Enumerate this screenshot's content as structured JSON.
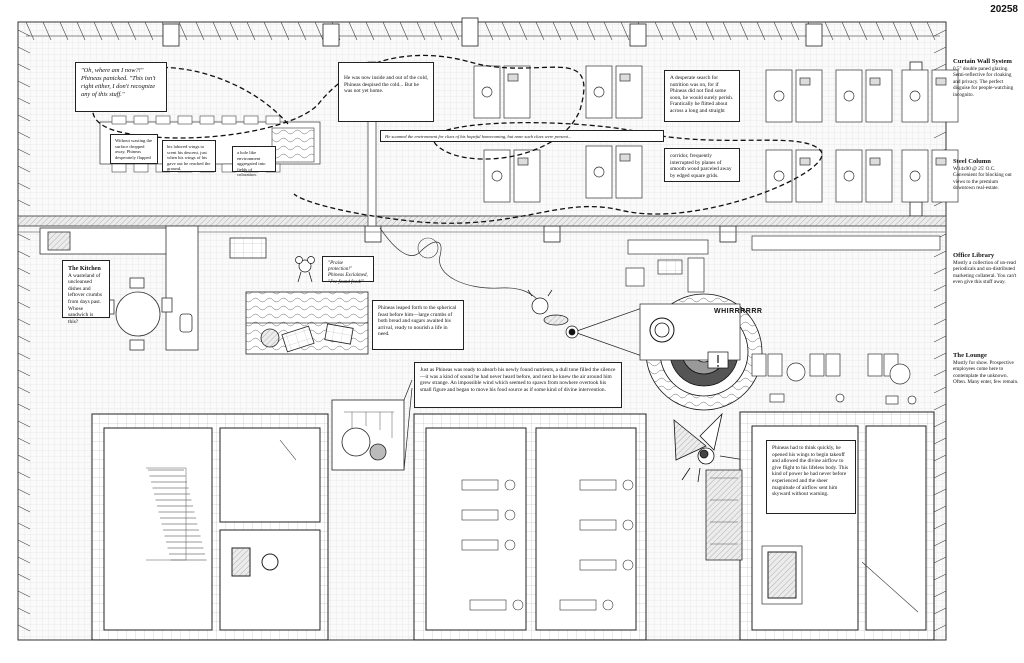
{
  "sheet_number": "20258",
  "notes": {
    "opening_quote": "\"Oh, where am I now?!\" Phineas panicked. \"This isn't right either, I don't recognize any of this stuff.\"",
    "cold_entry": "He was now inside and out of the cold, Phineas despised the cold... But he was not yet home.",
    "scanned": "He scanned the environment for clues of his hopeful homecoming, but none such clues were present...",
    "search": "A desperate search for nutrition was on, for if Phineas did not find some soon, he would surely perish. Frantically he flitted about across a long and straight",
    "corridor": "corridor, frequently interrupted by planes of smooth wood parceled away by edged square grids.",
    "wasting_1": "Without wasting the surface dropped away, Phineas desperately flapped",
    "wasting_2": "his labored wings to scent his descent, just when his wings of his gave out he reached the ground,",
    "wasting_3": "a hole like environment aggregated into fields of coloration.",
    "kitchen_title": "The Kitchen",
    "kitchen_body": "A wasteland of uncleansed dishes and leftover crumbs from days past. Whose sandwich is this?",
    "exclaim": "\"Praise protection!\" Phineas Exclaimed, \"I've found food!\"",
    "crumbs": "Phineas leaped forth to the spherical feast before him—large crumbs of both bread and sugars awaited his arrival, ready to nourish a life in need.",
    "whir_story": "Just as Phineas was ready to absorb his newly found nutrients, a dull tone filled the silence—it was a kind of sound he had never heard before, and next he knew the air around him grew strange. An impossible wind which seemed to spawn from nowhere overtook his small figure and began to move his food source as if some kind of divine intervention.",
    "escape": "Phineas had to think quickly, he opened his wings to begin takeoff and allowed the divine airflow to give flight to his lifeless body. This kind of power he had never before experienced and the sheer magnitude of airflow sent him skyward without warning."
  },
  "sound_effect": "WHIRRRRRR",
  "sidebar": [
    {
      "heading": "Curtain Wall System",
      "body": "0.5\" double paned glazing. Semi-reflective for cloaking and privacy. The perfect disguise for people-watching incognito."
    },
    {
      "heading": "Steel Column",
      "body": "W14x90 @ 25' O.C. Convenient for blocking out views to the premium downtown real-estate."
    },
    {
      "heading": "Office Library",
      "body": "Mostly a collection of un-read periodicals and un-distributed marketing collateral. You can't even give this stuff away."
    },
    {
      "heading": "The Lounge",
      "body": "Mostly for show. Prospective employees come here to contemplate the unknown. Often. Many enter, few remain."
    }
  ]
}
